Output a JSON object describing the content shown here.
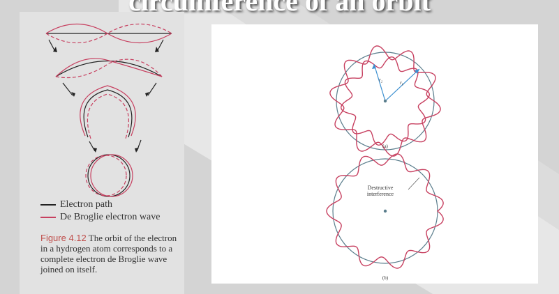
{
  "slide": {
    "title": "circumference of an orbit"
  },
  "left_figure": {
    "legend": {
      "path_label": "Electron path",
      "wave_label": "De Broglie electron wave"
    },
    "caption": {
      "figure_number": "Figure 4.12",
      "text": "The orbit of the electron in a hydrogen atom corresponds to a complete electron de Broglie wave joined on itself."
    }
  },
  "right_figure": {
    "panel_a": {
      "label": "(a)",
      "radius_labels": [
        "r₂",
        "r₀"
      ]
    },
    "panel_b": {
      "label": "(b)",
      "annotation": "Destructive interference"
    }
  },
  "colors": {
    "wave": "#c74060",
    "path": "#222222",
    "circle": "#5a7d8c",
    "slide_bg": "#d4d4d4"
  }
}
